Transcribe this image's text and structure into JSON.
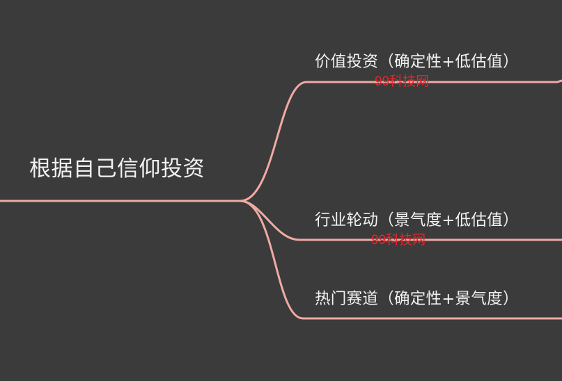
{
  "root": {
    "label": "根据自己信仰投资"
  },
  "branches": [
    {
      "label": "价值投资（确定性+低估值）"
    },
    {
      "label": "行业轮动（景气度+低估值）"
    },
    {
      "label": "热门赛道（确定性+景气度）"
    }
  ],
  "watermarks": [
    "99科技网",
    "99科技网"
  ],
  "colors": {
    "background": "#3b3b3b",
    "connector": "#f0aaa4",
    "text": "#f2f2f2",
    "watermark": "#e8262b"
  }
}
